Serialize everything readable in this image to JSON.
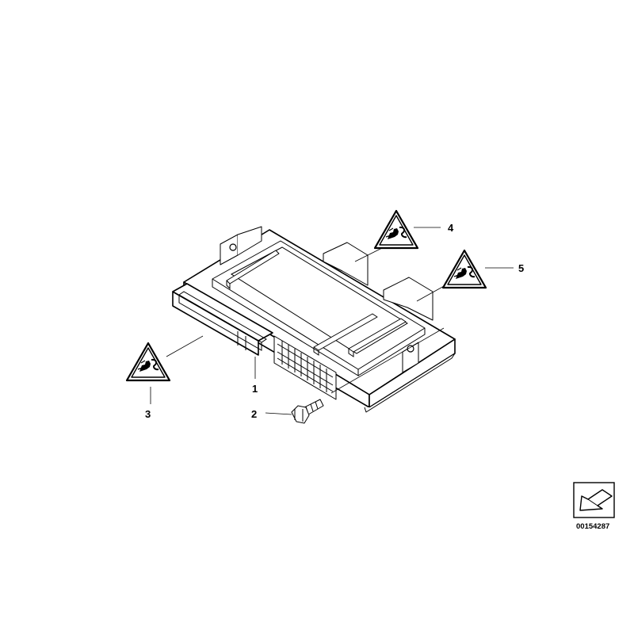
{
  "callouts": {
    "c1": "1",
    "c2": "2",
    "c3": "3",
    "c4": "4",
    "c5": "5"
  },
  "reference_number": "00154287",
  "icons": {
    "warning": "esd-warning-triangle-icon",
    "nav": "next-page-arrow-icon"
  },
  "colors": {
    "line": "#000000",
    "background": "#ffffff"
  }
}
